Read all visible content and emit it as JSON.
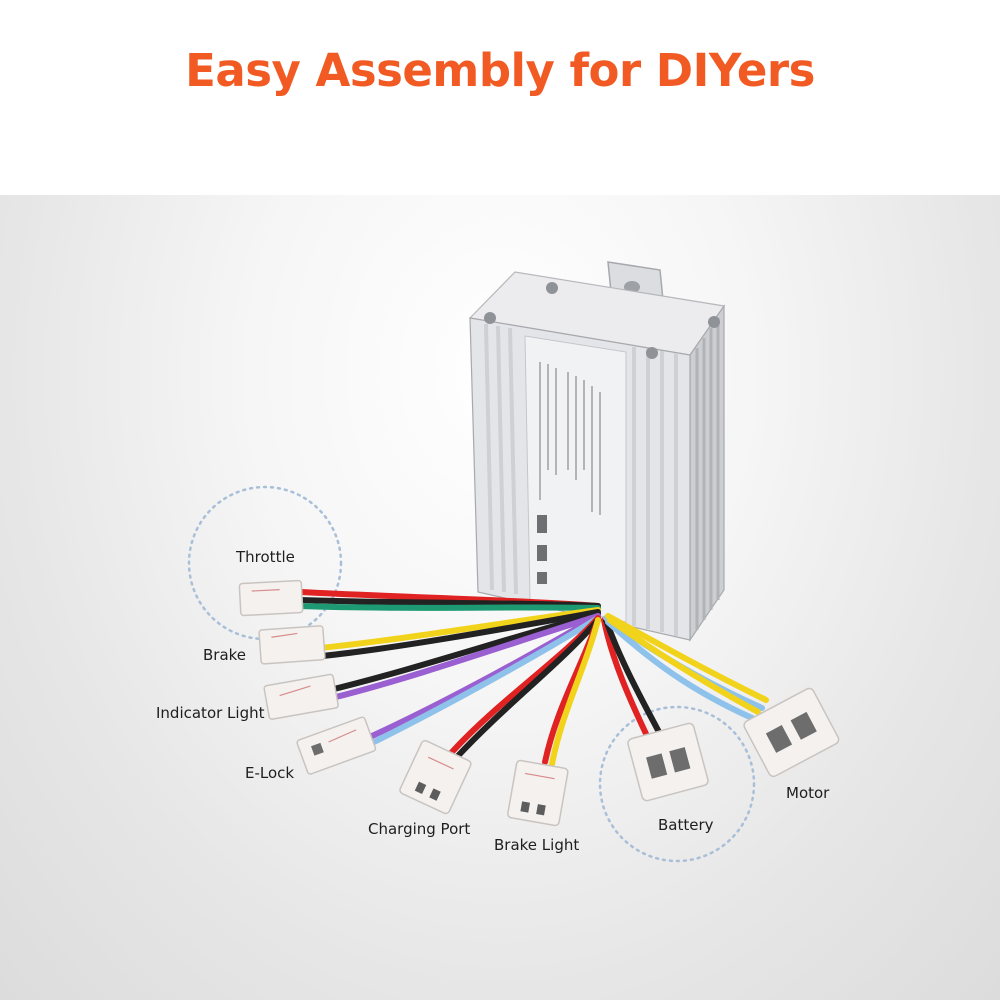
{
  "header": {
    "title": "Easy Assembly for DIYers"
  },
  "labels": {
    "throttle": "Throttle",
    "brake": "Brake",
    "indicator_light": "Indicator Light",
    "e_lock": "E-Lock",
    "charging_port": "Charging Port",
    "brake_light": "Brake Light",
    "battery": "Battery",
    "motor": "Motor"
  },
  "colors": {
    "title": "#f25a24",
    "highlight_circle": "#a9bfd8",
    "wire_red": "#e02222",
    "wire_black": "#222222",
    "wire_green": "#1e9a72",
    "wire_yellow": "#f2d31c",
    "wire_purple": "#9a5fd0",
    "wire_blue": "#8ec2ea"
  }
}
